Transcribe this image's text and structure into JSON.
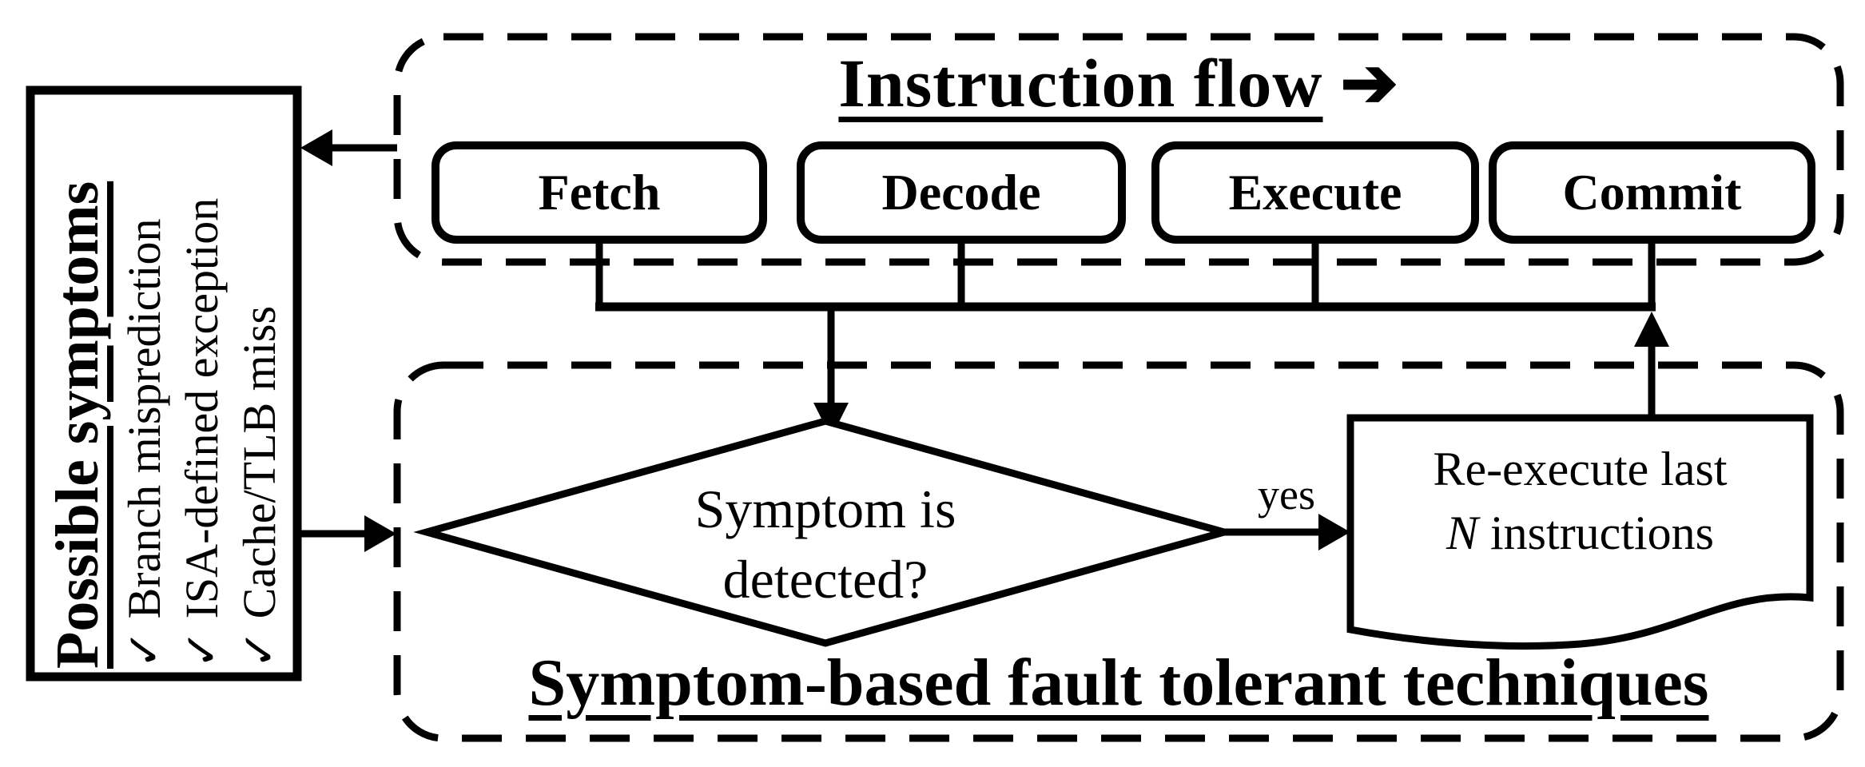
{
  "canvas": {
    "background": "#ffffff",
    "ink": "#000000"
  },
  "symptoms_panel": {
    "heading": "Possible symptoms",
    "check_glyph": "✓",
    "items": [
      "Branch misprediction",
      "ISA-defined exception",
      "Cache/TLB miss"
    ]
  },
  "pipeline": {
    "title": "Instruction flow",
    "title_arrow_glyph": "➔",
    "stages": [
      {
        "label": "Fetch"
      },
      {
        "label": "Decode"
      },
      {
        "label": "Execute"
      },
      {
        "label": "Commit"
      }
    ]
  },
  "decision": {
    "line1": "Symptom is",
    "line2": "detected?"
  },
  "edges": {
    "yes_label": "yes"
  },
  "action_document": {
    "line1": "Re-execute last",
    "line2_variable": "N",
    "line2_rest": " instructions"
  },
  "techniques_panel": {
    "title": "Symptom-based fault tolerant techniques"
  }
}
